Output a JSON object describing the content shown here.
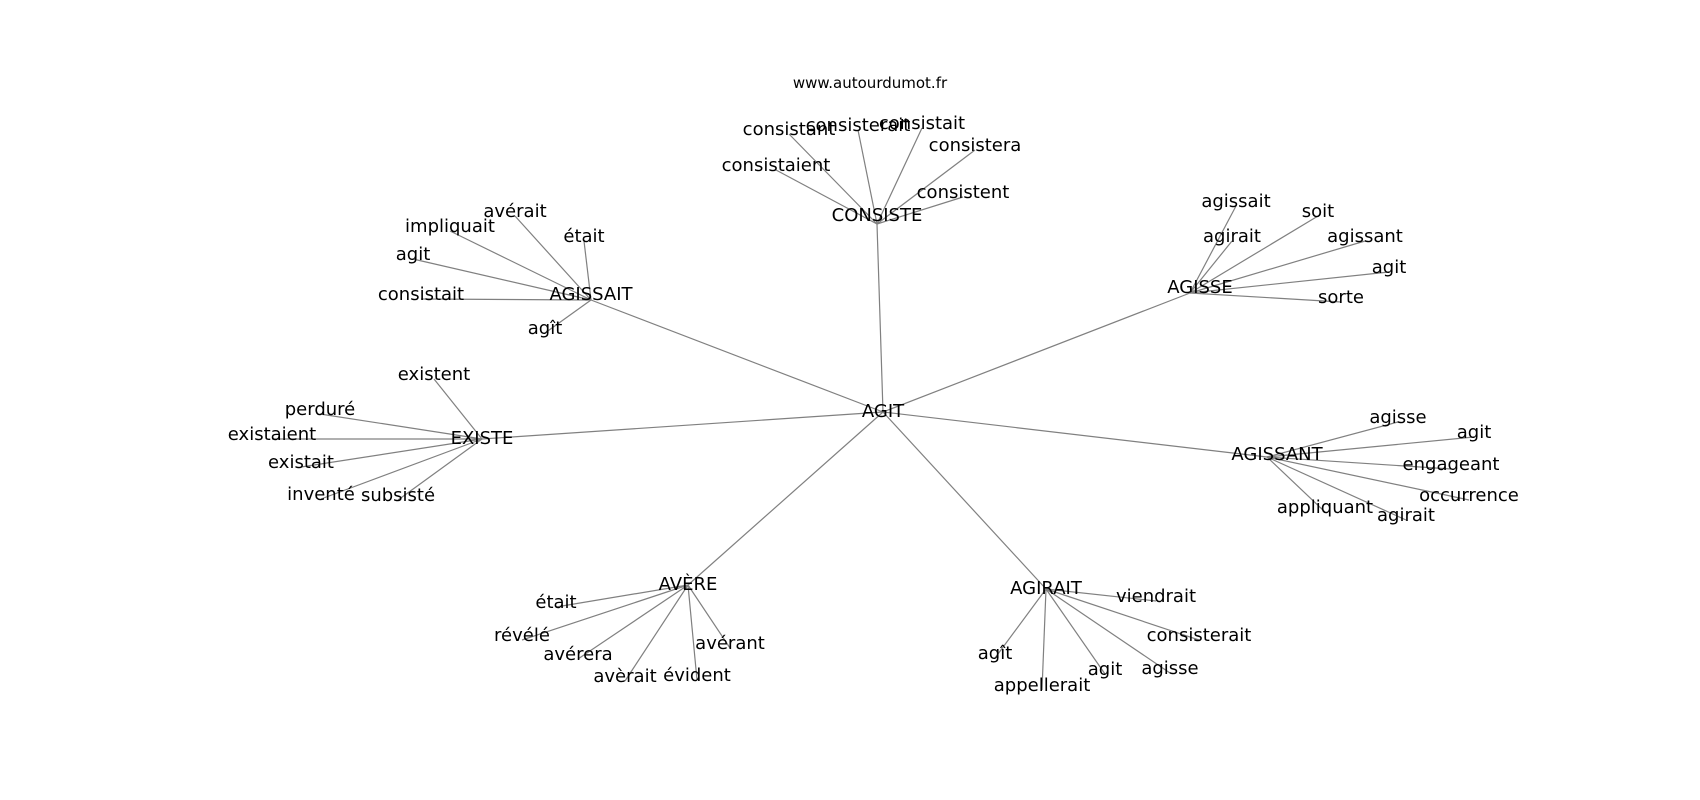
{
  "site": "www.autourdumot.fr",
  "center": "AGIT",
  "clusters": [
    {
      "id": "consiste",
      "label": "CONSISTE",
      "leaves": [
        "consistant",
        "consisterait",
        "consistait",
        "consistera",
        "consistaient",
        "consistent"
      ]
    },
    {
      "id": "agisse",
      "label": "AGISSE",
      "leaves": [
        "agissait",
        "soit",
        "agirait",
        "agissant",
        "agit",
        "sorte"
      ]
    },
    {
      "id": "agissant",
      "label": "AGISSANT",
      "leaves": [
        "agisse",
        "agit",
        "engageant",
        "occurrence",
        "appliquant",
        "agirait"
      ]
    },
    {
      "id": "agirait",
      "label": "AGIRAIT",
      "leaves": [
        "viendrait",
        "consisterait",
        "agisse",
        "agit",
        "appellerait",
        "agît"
      ]
    },
    {
      "id": "avere",
      "label": "AVÈRE",
      "leaves": [
        "était",
        "révélé",
        "avérera",
        "avèrait",
        "évident",
        "avérant"
      ]
    },
    {
      "id": "existe",
      "label": "EXISTE",
      "leaves": [
        "existent",
        "perduré",
        "existaient",
        "existait",
        "inventé",
        "subsisté"
      ]
    },
    {
      "id": "agissait",
      "label": "AGISSAIT",
      "leaves": [
        "avérait",
        "impliquait",
        "était",
        "agit",
        "consistait",
        "agît"
      ]
    }
  ]
}
